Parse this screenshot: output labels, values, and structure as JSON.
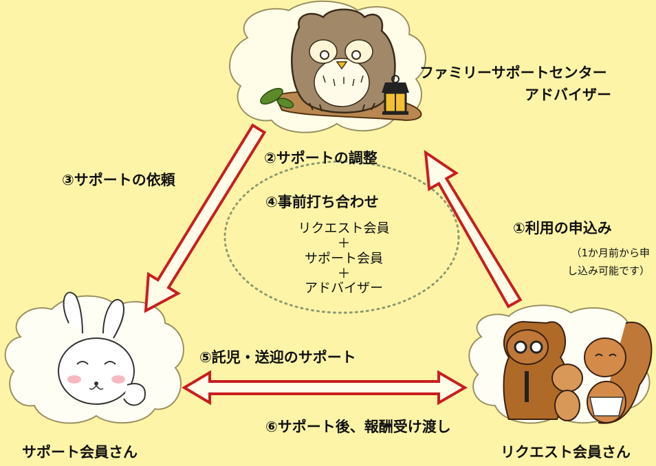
{
  "nodes": {
    "center": {
      "line1": "ファミリーサポートセンター",
      "line2": "アドバイザー"
    },
    "support": {
      "label": "サポート会員さん"
    },
    "request": {
      "label": "リクエスト会員さん"
    }
  },
  "steps": {
    "s1": "①利用の申込み",
    "s1_note1": "（1か月前から申",
    "s1_note2": "し込み可能です）",
    "s2": "②サポートの調整",
    "s3": "③サポートの依頼",
    "s4": "④事前打ち合わせ",
    "s5": "⑤託児・送迎のサポート",
    "s6": "⑥サポート後、報酬受け渡し"
  },
  "meeting": {
    "member1": "リクエスト会員",
    "plus1": "＋",
    "member2": "サポート会員",
    "plus2": "＋",
    "member3": "アドバイザー"
  },
  "colors": {
    "background": "#fdf4a8",
    "arrow": "#c81e1e",
    "cloud_stroke": "#9a9060"
  }
}
